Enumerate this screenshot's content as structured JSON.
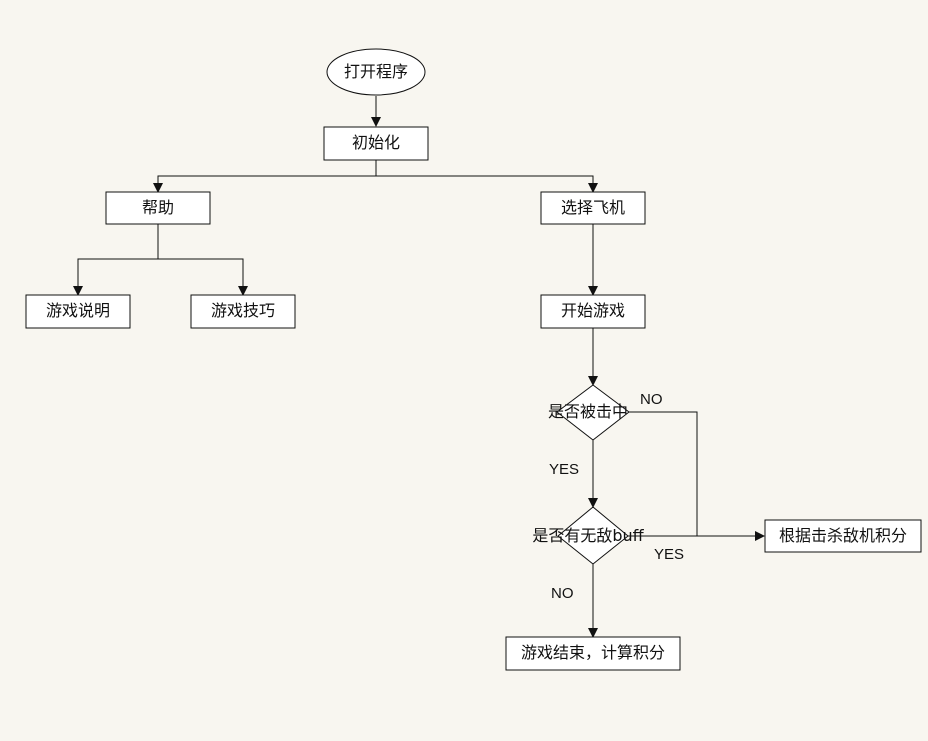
{
  "nodes": {
    "open_program": "打开程序",
    "init": "初始化",
    "help": "帮助",
    "select_plane": "选择飞机",
    "game_instructions": "游戏说明",
    "game_tips": "游戏技巧",
    "start_game": "开始游戏",
    "is_hit": "是否被击中",
    "has_invincible_buff": "是否有无敌buff",
    "score_by_kills": "根据击杀敌机积分",
    "game_over": "游戏结束，计算积分"
  },
  "edge_labels": {
    "hit_no": "NO",
    "hit_yes": "YES",
    "buff_yes": "YES",
    "buff_no": "NO"
  },
  "colors": {
    "background": "#f8f6f0",
    "box_fill": "#ffffff",
    "line": "#111111"
  }
}
